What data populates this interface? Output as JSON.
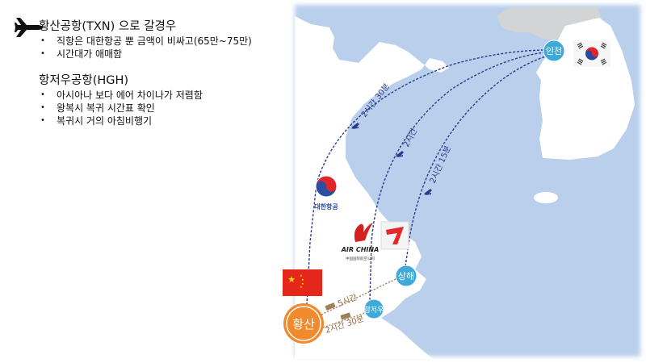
{
  "notes": {
    "icon": "airplane-icon",
    "txn": {
      "heading": "황산공항(TXN) 으로 갈경우",
      "bullets": [
        "직항은 대한항공 뿐 금액이 비싸고(65만~75만)",
        "시간대가 애매함"
      ]
    },
    "hgh": {
      "heading": "항저우공항(HGH)",
      "bullets": [
        "아시아나 보다 에어 차이나가 저렴함",
        "왕복시 복귀 시간표 확인",
        "복귀시 거의 아침비행기"
      ]
    }
  },
  "map": {
    "cities": {
      "incheon": "인천",
      "huangshan": "황산",
      "hangzhou": "항저우",
      "shanghai": "상해"
    },
    "flight_times": {
      "huangshan_incheon": "2시간 30분",
      "hangzhou_incheon": "2시간",
      "shanghai_incheon": "2시간 15분"
    },
    "bus_times": {
      "huangshan_shanghai": "5시간",
      "huangshan_hangzhou": "2시간 30분"
    },
    "logos": {
      "korean_air": "대한항공",
      "air_china": "AIR CHINA",
      "air_china_sub": "中国国际航空公司"
    },
    "colors": {
      "sea": "#b9cfeb",
      "land": "#ffffff",
      "north": "#d3d4d6",
      "route": "#2b3a8c",
      "bus_route": "#a0805a",
      "city": "#3fa9d9",
      "huangshan": "#f08a2c"
    }
  }
}
